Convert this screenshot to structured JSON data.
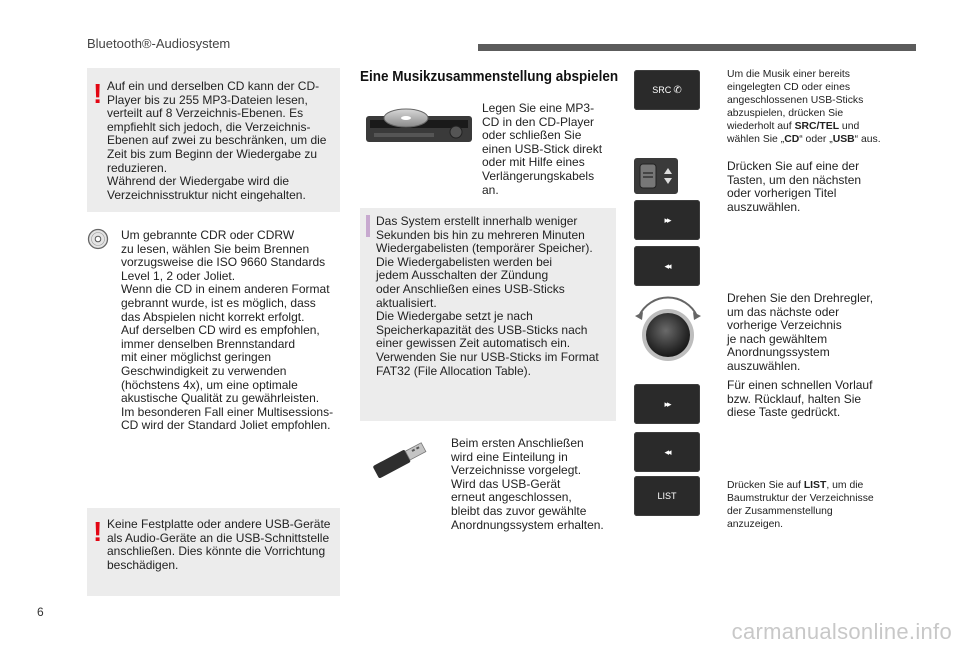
{
  "header": {
    "title": "Bluetooth®-Audiosystem"
  },
  "left_column": {
    "warning1": {
      "icon": "!",
      "text": "Auf ein und derselben CD kann der CD-\nPlayer bis zu 255 MP3-Dateien lesen,\nverteilt auf 8 Verzeichnis-Ebenen. Es\nempfiehlt sich jedoch, die Verzeichnis-\nEbenen auf zwei zu beschränken, um die\nZeit bis zum Beginn der Wiedergabe zu\nreduzieren.\nWährend der Wiedergabe wird die\nVerzeichnisstruktur nicht eingehalten."
    },
    "cd_note": {
      "icon": "cd-icon",
      "text": "Um gebrannte CDR oder CDRW\nzu lesen, wählen Sie beim Brennen\nvorzugsweise die ISO 9660 Standards\nLevel 1, 2 oder Joliet.\nWenn die CD in einem anderen Format\ngebrannt wurde, ist es möglich, dass\ndas Abspielen nicht korrekt erfolgt.\nAuf derselben CD wird es empfohlen,\nimmer denselben Brennstandard\nmit einer möglichst geringen\nGeschwindigkeit zu verwenden\n(höchstens 4x), um eine optimale\nakustische Qualität zu gewährleisten.\nIm besonderen Fall einer Multisessions-\nCD wird der Standard Joliet empfohlen."
    },
    "warning2": {
      "icon": "!",
      "text": "Keine Festplatte oder andere USB-Geräte\nals Audio-Geräte an die USB-Schnittstelle\nanschließen. Dies könnte die Vorrichtung\nbeschädigen."
    }
  },
  "middle_column": {
    "heading": "Eine Musikzusammenstellung abspielen",
    "insert_text": "Legen Sie eine MP3-\nCD in den CD-Player\noder schließen Sie\neinen USB-Stick direkt\noder mit Hilfe eines\nVerlängerungskabels\nan.",
    "info_box": "Das System erstellt innerhalb weniger\nSekunden bis hin zu mehreren Minuten\nWiedergabelisten (temporärer Speicher).\nDie Wiedergabelisten werden bei\njedem Ausschalten der Zündung\noder Anschließen eines USB-Sticks\naktualisiert.\nDie Wiedergabe setzt je nach\nSpeicherkapazität des USB-Sticks nach\neiner gewissen Zeit automatisch ein.\nVerwenden Sie nur USB-Sticks im Format\nFAT32 (File Allocation Table).",
    "usb_text": "Beim ersten Anschließen\nwird eine Einteilung in\nVerzeichnisse vorgelegt.\nWird das USB-Gerät\nerneut angeschlossen,\nbleibt das zuvor gewählte\nAnordnungssystem erhalten."
  },
  "right_column": {
    "src_button_label": "SRC",
    "src_text_lines": [
      "Um die Musik einer bereits",
      "eingelegten CD oder eines",
      "angeschlossenen USB-Sticks",
      "abzuspielen, drücken Sie",
      "wiederholt auf ",
      "SRC/TEL",
      " und",
      "wählen Sie „",
      "CD",
      "“ oder „",
      "USB",
      "“ aus."
    ],
    "select_text": "Drücken Sie auf eine der\nTasten, um den nächsten\noder vorherigen Titel\nauszuwählen.",
    "next_label": "▸▸",
    "prev_label": "◂◂",
    "rotary_text": "Drehen Sie den Drehregler,\num das nächste oder\nvorherige Verzeichnis\nje nach gewähltem\nAnordnungssystem\nauszuwählen.",
    "fast_text": "Für einen schnellen Vorlauf\nbzw. Rücklauf, halten Sie\ndiese Taste gedrückt.",
    "list_button_label": "LIST",
    "list_text_parts": [
      "Drücken Sie auf ",
      "LIST",
      ", um die\nBaumstruktur der Verzeichnisse\nder Zusammenstellung\nanzuzeigen."
    ]
  },
  "footer": {
    "page_number": "6",
    "watermark": "carmanualsonline.info"
  },
  "colors": {
    "warning_red": "#e30613",
    "info_purple": "#c7a9cf",
    "box_grey": "#ececec",
    "button_dark": "#2a2a2a"
  }
}
